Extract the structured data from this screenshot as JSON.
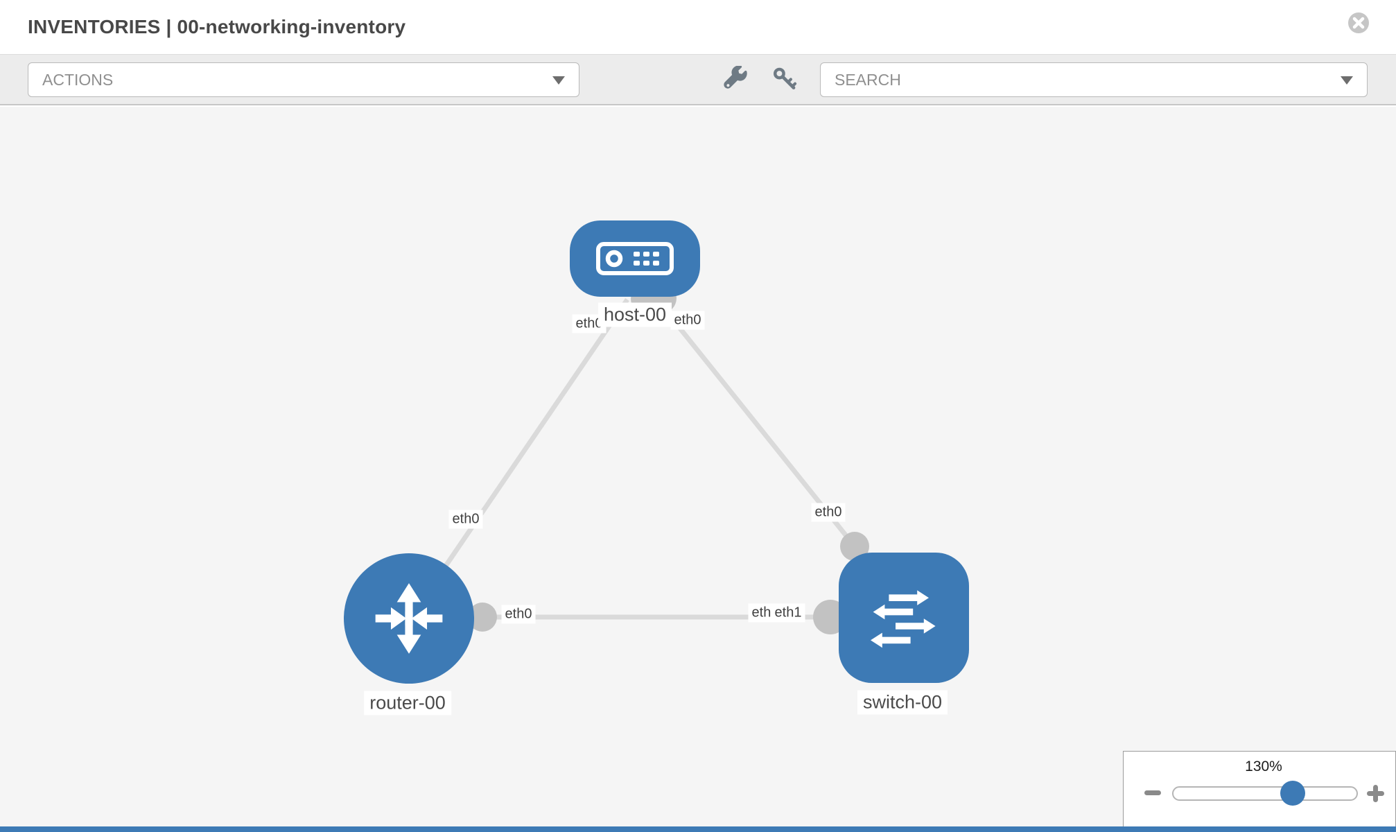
{
  "header": {
    "title": "INVENTORIES | 00-networking-inventory"
  },
  "toolbar": {
    "actions_label": "ACTIONS",
    "search_label": "SEARCH"
  },
  "topology": {
    "nodes": {
      "host": {
        "label": "host-00",
        "type": "host"
      },
      "router": {
        "label": "router-00",
        "type": "router"
      },
      "switch": {
        "label": "switch-00",
        "type": "switch"
      }
    },
    "interfaces": {
      "host_left_eth": "eth0",
      "host_right_eth": "eth0",
      "link_host_router_eth": "eth0",
      "link_host_switch_eth": "eth0",
      "router_right_eth": "eth0",
      "switch_left_eth_under": "eth0",
      "switch_left_eth": "eth1"
    },
    "links": [
      {
        "from": "host-00",
        "to": "router-00"
      },
      {
        "from": "host-00",
        "to": "switch-00"
      },
      {
        "from": "router-00",
        "to": "switch-00"
      }
    ]
  },
  "zoom_control": {
    "level": "130%"
  },
  "colors": {
    "node_blue": "#3d7ab5",
    "link_gray": "#dadada",
    "port_gray": "#c2c2c2",
    "toolbar_bg": "#ececec",
    "canvas_bg": "#f5f5f5"
  }
}
